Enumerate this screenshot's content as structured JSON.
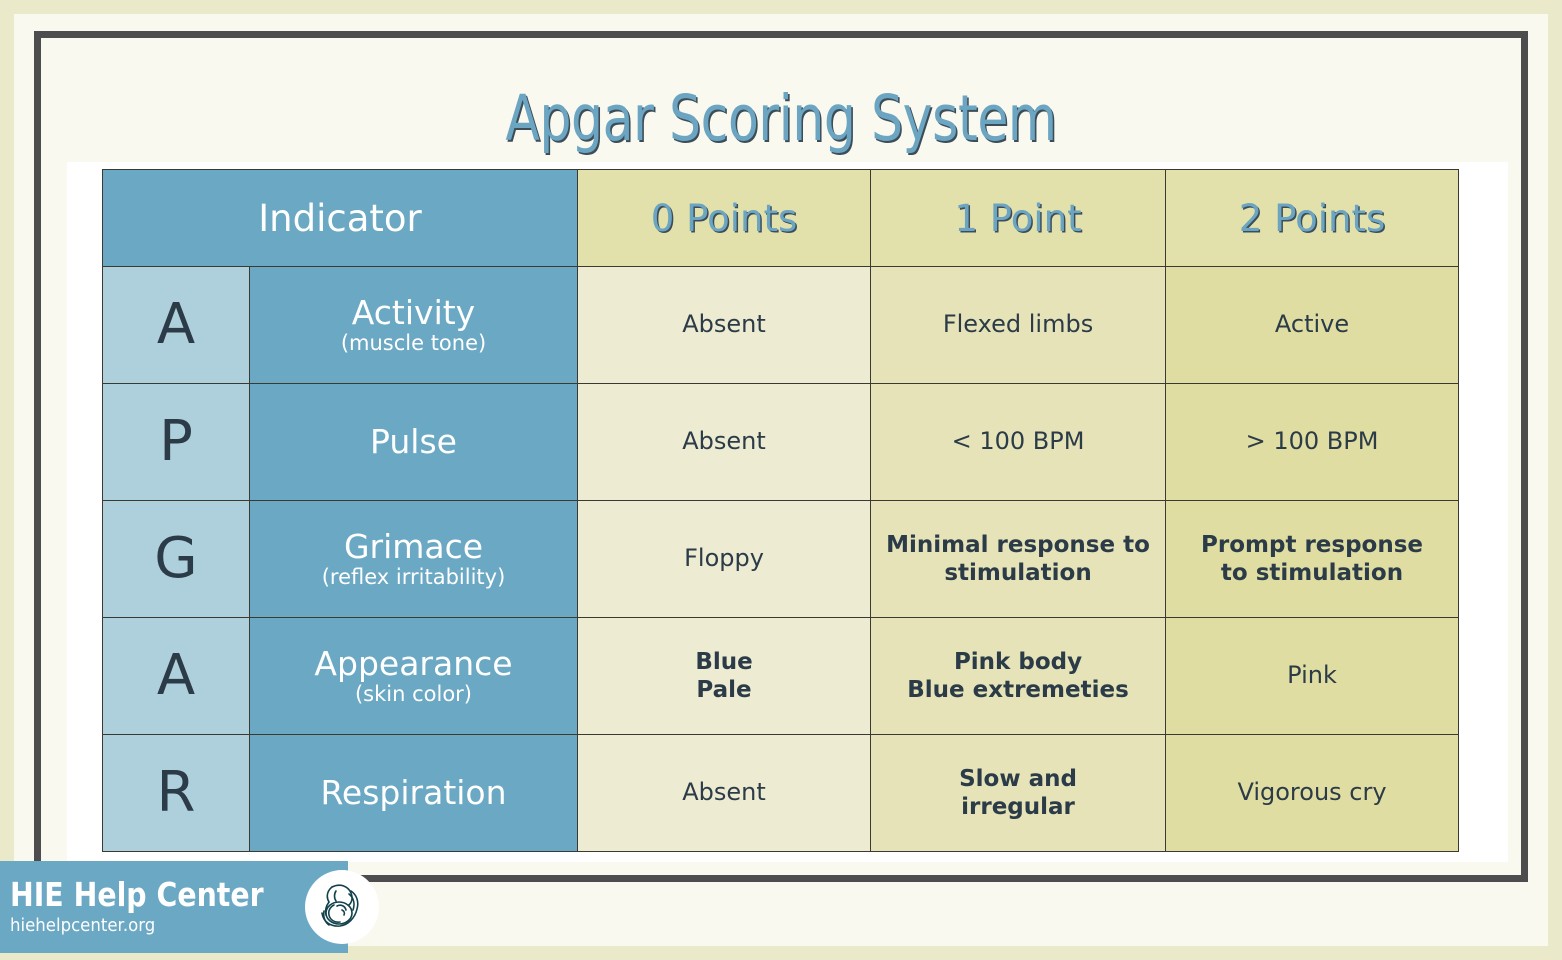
{
  "title": "Apgar Scoring System",
  "table": {
    "headers": {
      "indicator": "Indicator",
      "p0": "0 Points",
      "p1": "1 Point",
      "p2": "2 Points"
    },
    "rows": [
      {
        "letter": "A",
        "name": "Activity",
        "sub": "(muscle tone)",
        "p0": "Absent",
        "p0b": "",
        "p1": "Flexed limbs",
        "p1b": "",
        "p2": "Active",
        "p2b": ""
      },
      {
        "letter": "P",
        "name": "Pulse",
        "sub": "",
        "p0": "Absent",
        "p0b": "",
        "p1": "< 100 BPM",
        "p1b": "",
        "p2": "> 100 BPM",
        "p2b": ""
      },
      {
        "letter": "G",
        "name": "Grimace",
        "sub": "(reflex irritability)",
        "p0": "Floppy",
        "p0b": "",
        "p1": "Minimal response to",
        "p1b": "stimulation",
        "p2": "Prompt response",
        "p2b": "to stimulation"
      },
      {
        "letter": "A",
        "name": "Appearance",
        "sub": "(skin color)",
        "p0": "Blue",
        "p0b": "Pale",
        "p1": "Pink body",
        "p1b": "Blue extremeties",
        "p2": "Pink",
        "p2b": ""
      },
      {
        "letter": "R",
        "name": "Respiration",
        "sub": "",
        "p0": "Absent",
        "p0b": "",
        "p1": "Slow and",
        "p1b": "irregular",
        "p2": "Vigorous cry",
        "p2b": ""
      }
    ]
  },
  "logo": {
    "name": "HIE Help Center",
    "url": "hiehelpcenter.org",
    "badge_icon": "mother-and-baby-icon"
  },
  "colors": {
    "outer_mat": "#eaeacb",
    "cream_mat": "#f9f9ef",
    "frame": "#4d4d4d",
    "title_blue": "#6ba5c2",
    "title_shadow": "#3d4d58",
    "header_blue": "#6aa8c4",
    "header_khaki": "#e3e1ab",
    "letter_cell": "#aed0dc",
    "value_0": "#edebd2",
    "value_1": "#e6e3b8",
    "value_2": "#e0dda2",
    "text_dark": "#2b3b47",
    "grid_line": "#3a3a32"
  }
}
